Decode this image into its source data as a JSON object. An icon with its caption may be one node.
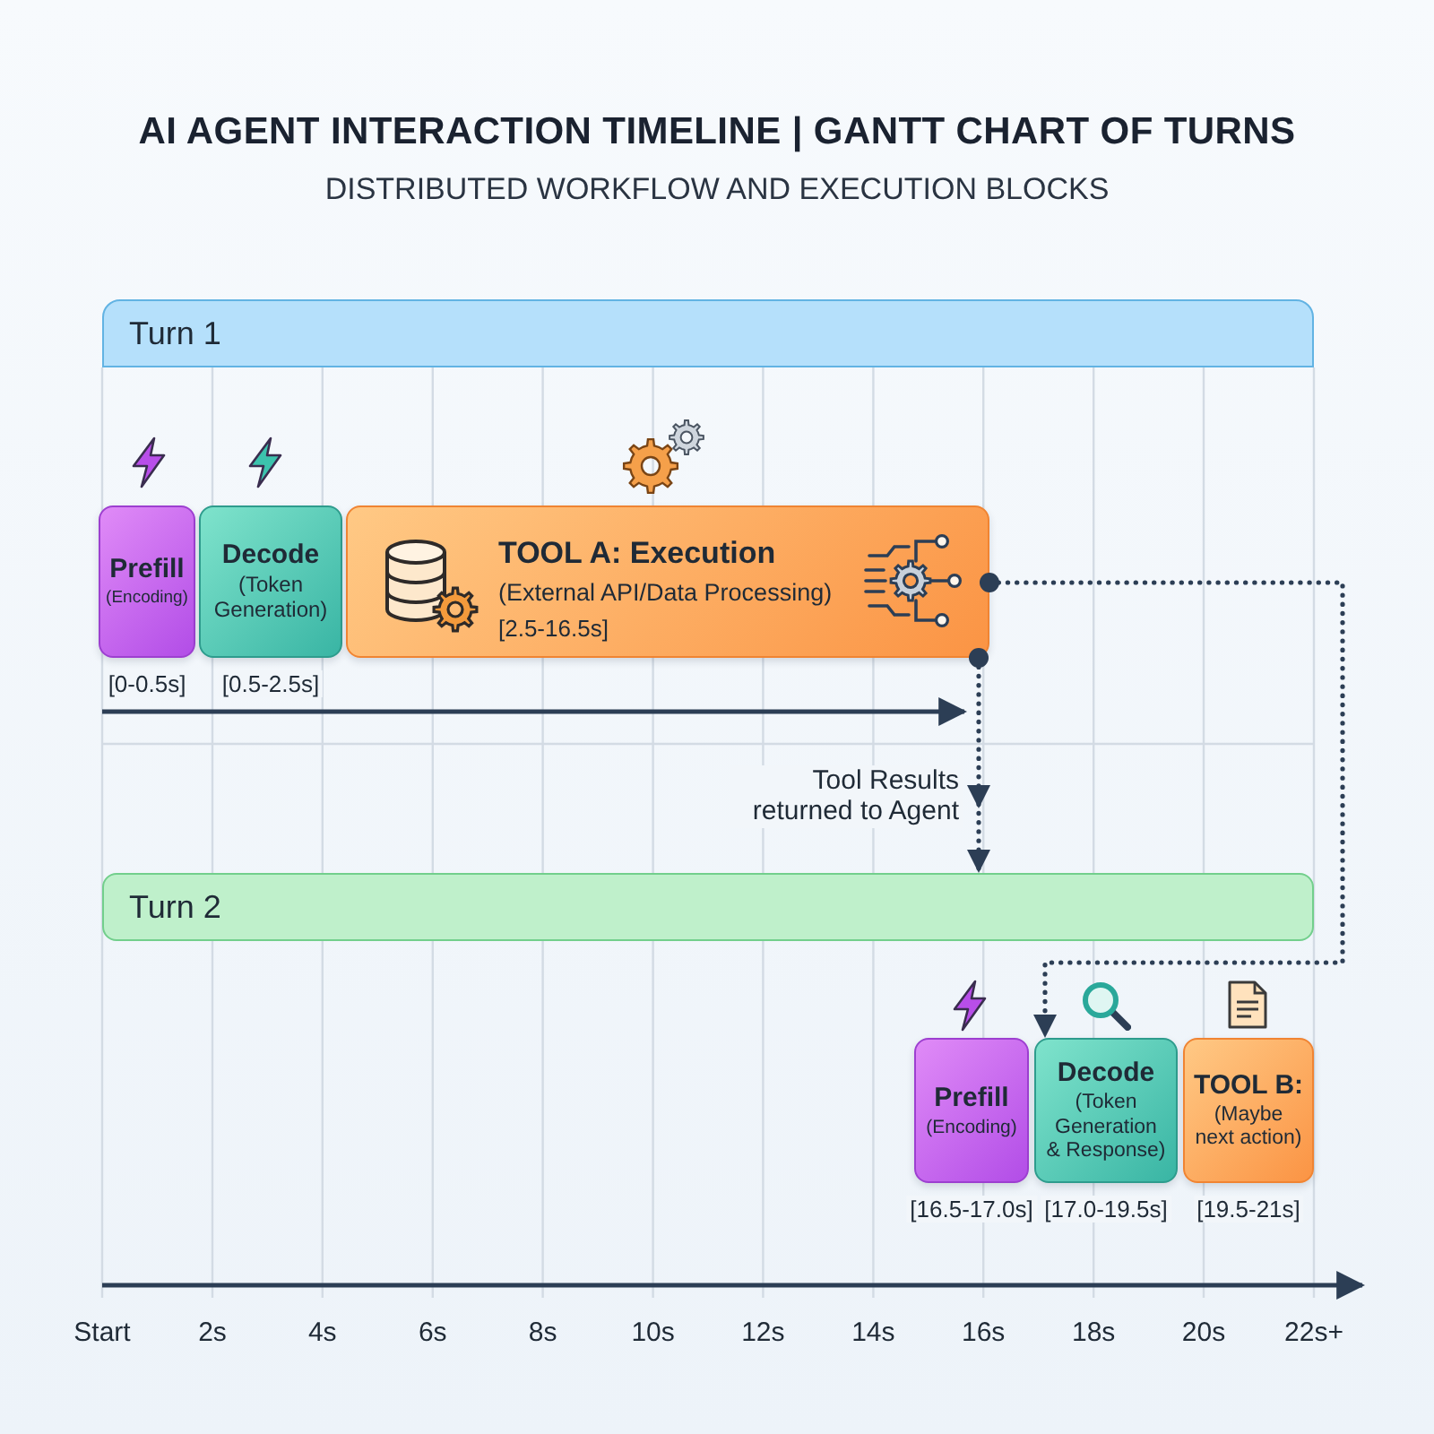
{
  "diagram": {
    "title": "AI AGENT INTERACTION TIMELINE | GANTT CHART OF TURNS",
    "nodes": [
      {
        "text": [
          "Turn 1"
        ]
      },
      {
        "text": [
          "Prefill",
          "(Encoding)"
        ],
        "beside": [
          "[0-0.5s]"
        ]
      },
      {
        "text": [
          "Decode",
          "(Token Generation)"
        ],
        "beside": [
          "[0.5-2.5s]"
        ]
      },
      {
        "text": [
          "TOOL A: Execution",
          "(External API/Data Processing)",
          "[2.5-16.5s]"
        ]
      },
      {
        "text": [
          "Turn 2"
        ]
      },
      {
        "text": [
          "Prefill",
          "(Encoding)"
        ],
        "beside": [
          "[16.5-17.0s]"
        ]
      },
      {
        "text": [
          "Decode",
          "(Token Generation & Response)"
        ],
        "beside": [
          "[17.0-19.5s]"
        ]
      },
      {
        "text": [
          "TOOL B:",
          "(Maybe next action)"
        ],
        "beside": [
          "[19.5-21s]"
        ]
      }
    ],
    "edges": [
      {
        "from": 3,
        "to": 4,
        "arrow": "to",
        "label": "Tool Results returned to Agent",
        "style": "dashed"
      },
      {
        "from": 3,
        "to": 6,
        "arrow": "to",
        "style": "dashed"
      }
    ],
    "labels": [
      "DISTRIBUTED WORKFLOW AND EXECUTION BLOCKS",
      "Start",
      "2s",
      "4s",
      "6s",
      "8s",
      "10s",
      "12s",
      "14s",
      "16s",
      "18s",
      "20s",
      "22s+"
    ]
  }
}
